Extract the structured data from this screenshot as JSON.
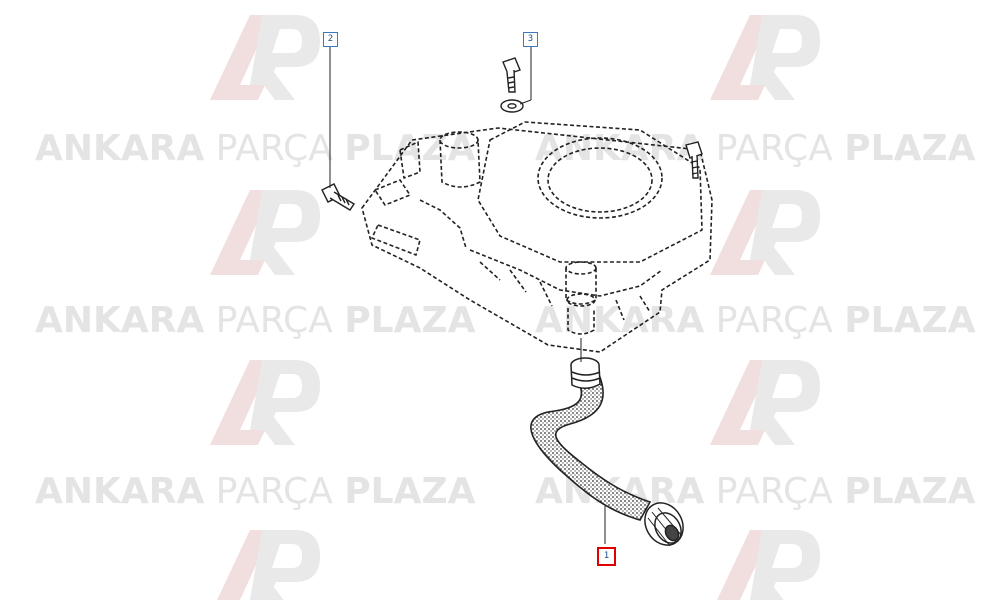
{
  "watermark": {
    "brand_word_1": "ANKARA",
    "brand_word_2": "PARÇA",
    "brand_word_3": "PLAZA",
    "logo_icon": "ap-logo-icon",
    "color": "#e4e4e4"
  },
  "callouts": [
    {
      "id": "2",
      "label": "2",
      "part": "bolt-left",
      "selected": false
    },
    {
      "id": "3",
      "label": "3",
      "part": "bolt-with-washer",
      "selected": false
    },
    {
      "id": "1",
      "label": "1",
      "part": "breather-hose",
      "selected": true
    }
  ],
  "colors": {
    "line": "#222222",
    "callout_border": "#3a7bbf",
    "selected_border": "#e00000"
  }
}
